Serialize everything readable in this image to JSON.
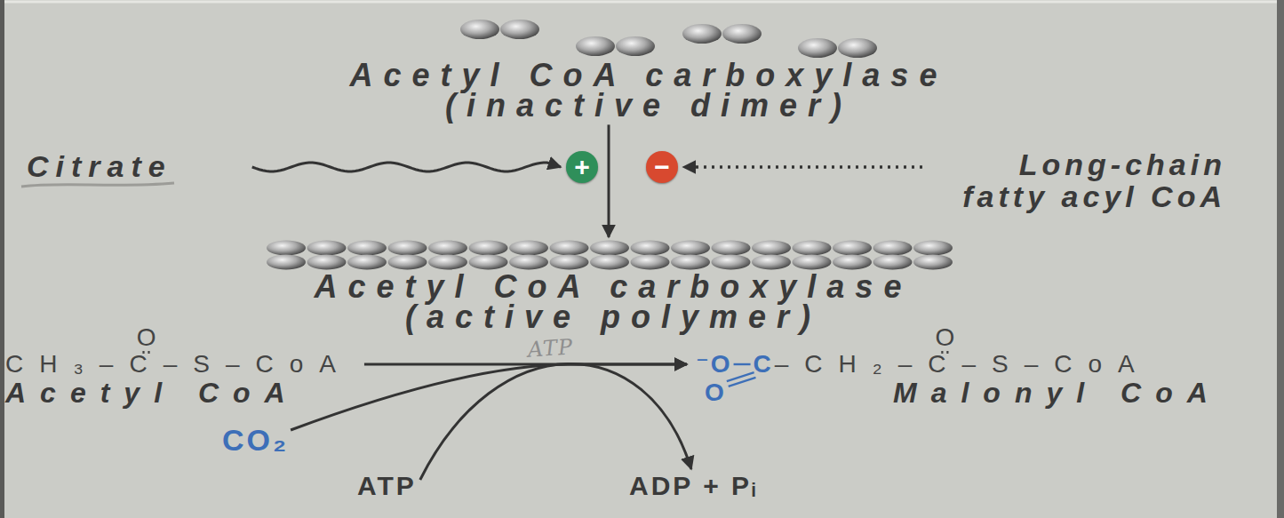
{
  "diagram": {
    "nodes": [
      {
        "text": [
          "Acetyl CoA carboxylase",
          "(inactive dimer)"
        ]
      },
      {
        "text": [
          "Citrate"
        ]
      },
      {
        "text": [
          "+"
        ]
      },
      {
        "text": [
          "−"
        ]
      },
      {
        "text": [
          "Long-chain fatty acyl CoA"
        ]
      },
      {
        "text": [
          "Acetyl CoA carboxylase",
          "(active polymer)"
        ]
      },
      {
        "text": [
          "O",
          "CH₃–C–S–CoA",
          "Acetyl CoA"
        ]
      },
      {
        "text": [
          "O",
          "⁻O",
          "C",
          "–CH₂–C–S–CoA",
          "O",
          "Malonyl CoA"
        ]
      },
      {
        "text": [
          "CO₂"
        ]
      },
      {
        "text": [
          "ATP"
        ]
      },
      {
        "text": [
          "ADP + Pᵢ"
        ]
      }
    ],
    "edges": [
      {
        "from": 0,
        "to": 5,
        "arrow": "to"
      },
      {
        "from": 1,
        "to": 2,
        "arrow": "to"
      },
      {
        "from": 4,
        "to": 3,
        "arrow": "to"
      },
      {
        "from": 6,
        "to": 7,
        "label": "ATP",
        "arrow": "to"
      },
      {
        "from": 8,
        "to": 7,
        "arrow": "to"
      },
      {
        "from": 9,
        "to": 10,
        "arrow": "to"
      }
    ]
  }
}
